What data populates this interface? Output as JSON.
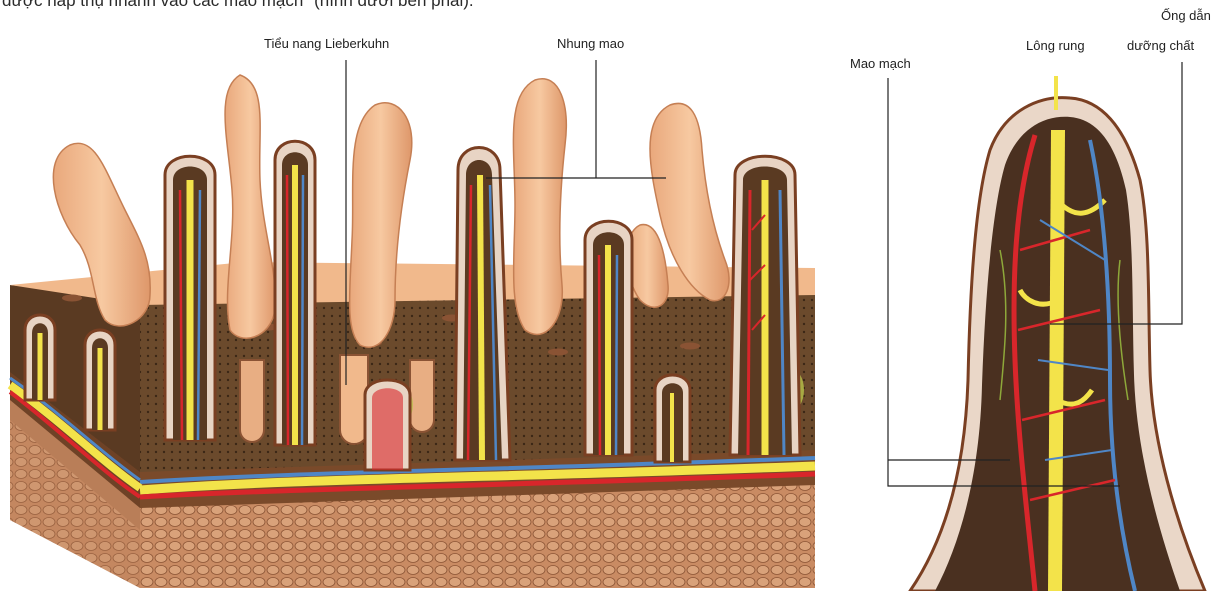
{
  "caption": "được hấp thụ nhanh vào các mao mạch\" (hình dưới bên phải).",
  "left_figure": {
    "labels": {
      "crypts": "Tiểu nang Lieberkuhn",
      "villi": "Nhung mao"
    }
  },
  "right_figure": {
    "labels": {
      "capillary": "Mao mạch",
      "cilia": "Lông rung",
      "lacteal_line1": "Ống dẫn",
      "lacteal_line2": "dưỡng chất"
    }
  },
  "colors": {
    "flesh": "#f1b98c",
    "flesh_dark": "#d98e5e",
    "blood_red": "#d8262b",
    "blood_blue": "#4f86c6",
    "lymph_yellow": "#f3e34a",
    "tissue_dark": "#5a3a22",
    "muscle": "#c98b63"
  }
}
